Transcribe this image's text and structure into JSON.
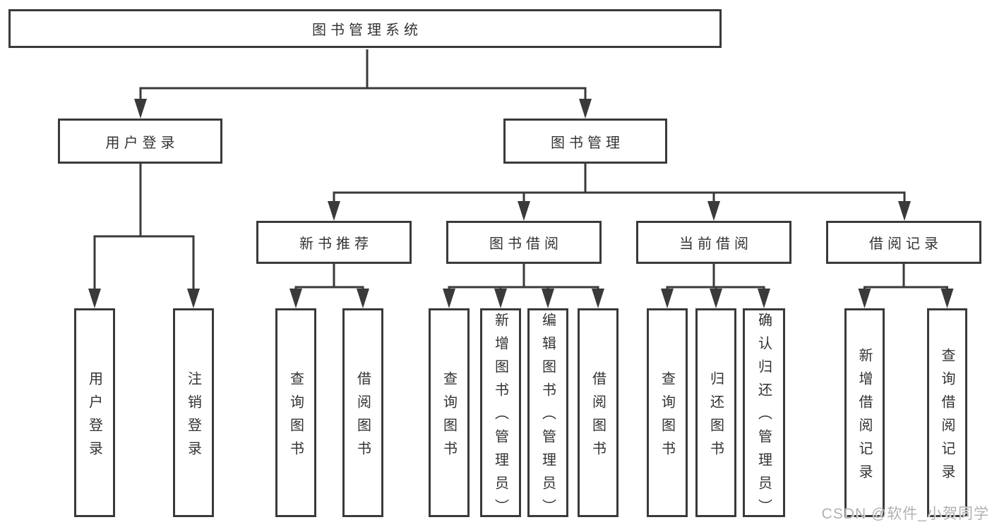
{
  "watermark": "CSDN @软件_小贺同学",
  "colors": {
    "line": "#3a3a3a",
    "text": "#333333",
    "watermark": "#b1b1b1",
    "background": "#ffffff"
  },
  "tree": {
    "root": "图书管理系统",
    "level2": {
      "user_login": "用户登录",
      "book_mgmt": "图书管理"
    },
    "level3": {
      "new_book": "新书推荐",
      "borrow": "图书借阅",
      "current": "当前借阅",
      "records": "借阅记录"
    },
    "leaves": {
      "user_login_leaf": "用户登录",
      "logout": "注销登录",
      "nb_query": "查询图书",
      "nb_borrow": "借阅图书",
      "bb_query": "查询图书",
      "bb_add": "新增图书（管理员）",
      "bb_edit": "编辑图书（管理员）",
      "bb_borrow": "借阅图书",
      "cb_query": "查询图书",
      "cb_return": "归还图书",
      "cb_confirm": "确认归还（管理员）",
      "rec_add": "新增借阅记录",
      "rec_query": "查询借阅记录"
    }
  }
}
